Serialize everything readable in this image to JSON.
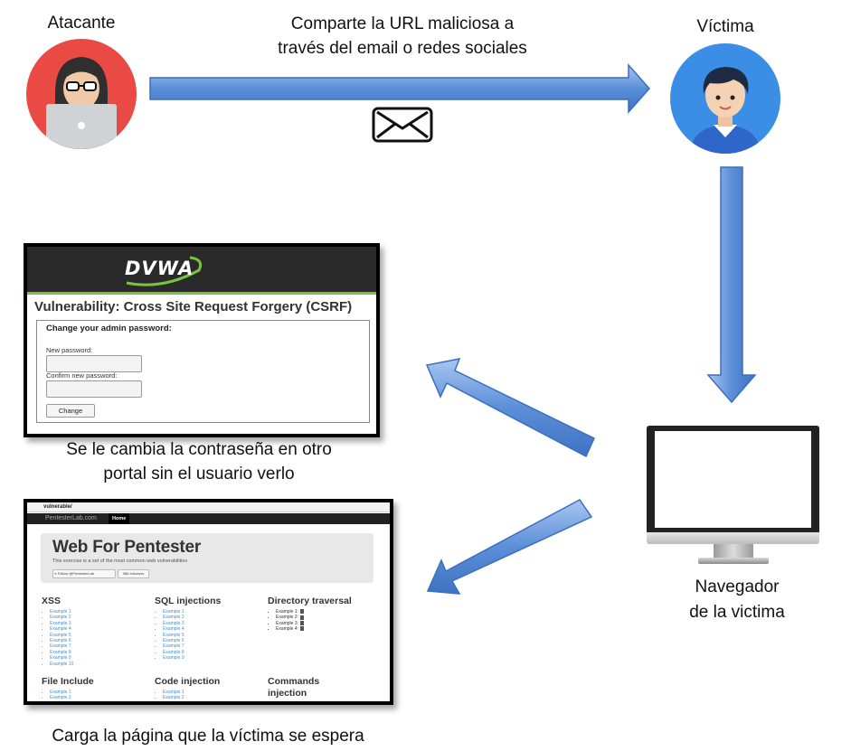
{
  "attacker": {
    "label": "Atacante",
    "icon": "hacker-avatar-icon"
  },
  "victim": {
    "label": "Víctima",
    "icon": "user-avatar-icon"
  },
  "share_message": {
    "line1": "Comparte la URL maliciosa a",
    "line2": "través del email o redes sociales",
    "icon": "envelope-icon"
  },
  "browser": {
    "label_line1": "Navegador",
    "label_line2": "de la victima",
    "icon": "monitor-icon"
  },
  "csrf_caption": {
    "line1": "Se le cambia la contraseña en otro",
    "line2": "portal sin el usuario verlo"
  },
  "load_caption": "Carga la página que la víctima se espera",
  "dvwa": {
    "logo": "DVWA",
    "title": "Vulnerability: Cross Site Request Forgery (CSRF)",
    "form_title": "Change your admin password:",
    "new_password_label": "New password:",
    "confirm_password_label": "Confirm new password:",
    "button": "Change"
  },
  "pentester": {
    "url": "vulnerable/",
    "brand": "PentesterLab.com",
    "nav_home": "Home",
    "hero_title": "Web For Pentester",
    "hero_subtitle": "This exercise is a set of the most common web vulnerabilities",
    "follow_button": "Follow @PentesterLab",
    "followers": "986 followers",
    "sections": [
      {
        "title": "XSS",
        "items": [
          "Example 1",
          "Example 2",
          "Example 3",
          "Example 4",
          "Example 5",
          "Example 6",
          "Example 7",
          "Example 8",
          "Example 9",
          "Example 10"
        ]
      },
      {
        "title": "SQL injections",
        "items": [
          "Example 1",
          "Example 2",
          "Example 3",
          "Example 4",
          "Example 5",
          "Example 6",
          "Example 7",
          "Example 8",
          "Example 9"
        ]
      },
      {
        "title": "Directory traversal",
        "items": [
          "Example 1:",
          "Example 2:",
          "Example 3:",
          "Example 4:"
        ]
      },
      {
        "title": "File Include",
        "items": [
          "Example 1",
          "Example 2"
        ]
      },
      {
        "title": "Code injection",
        "items": [
          "Example 1",
          "Example 2"
        ]
      },
      {
        "title": "Commands injection",
        "items": []
      }
    ]
  },
  "colors": {
    "arrow_fill": "#5b8fd8",
    "arrow_stroke": "#3a6fbf",
    "dvwa_accent": "#7cc242",
    "link_blue": "#4a90c8"
  }
}
